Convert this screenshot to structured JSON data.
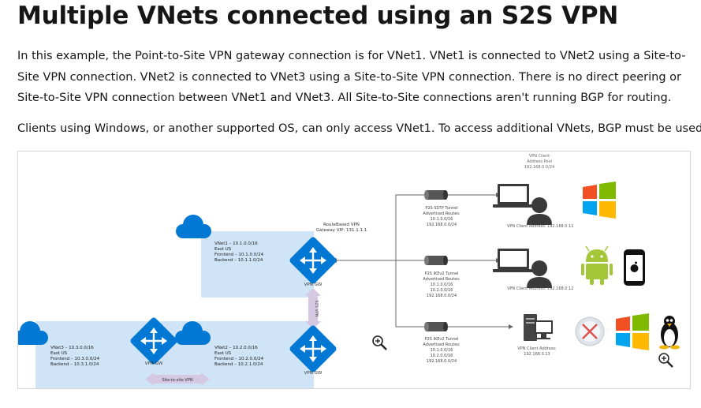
{
  "title": "Multiple VNets connected using an S2S VPN",
  "paragraph_1": "In this example, the Point-to-Site VPN gateway connection is for VNet1. VNet1 is connected to VNet2 using a Site-to-Site VPN connection. VNet2 is connected to VNet3 using a Site-to-Site VPN connection. There is no direct peering or Site-to-Site VPN connection between VNet1 and VNet3. All Site-to-Site connections aren't running BGP for routing.",
  "paragraph_2": "Clients using Windows, or another supported OS, can only access VNet1. To access additional VNets, BGP must be used.",
  "diagram": {
    "pool": {
      "l1": "VPN Client",
      "l2": "Address Pool",
      "l3": "192.168.0.0/24"
    },
    "gateway": {
      "l1": "RouteBased VPN",
      "l2": "Gateway VIP: 131.1.1.1"
    },
    "vnet1": {
      "l1": "VNet1 – 10.1.0.0/16",
      "l2": "East US",
      "l3": "Frontend – 10.1.0.0/24",
      "l4": "Backend – 10.1.1.0/24"
    },
    "vnet2": {
      "l1": "VNet2 – 10.2.0.0/16",
      "l2": "East US",
      "l3": "Frontend – 10.2.0.0/24",
      "l4": "Backend – 10.2.1.0/24"
    },
    "vnet3": {
      "l1": "VNet3 – 10.3.0.0/16",
      "l2": "East US",
      "l3": "Frontend – 10.3.0.0/24",
      "l4": "Backend – 10.3.1.0/24"
    },
    "vpngw_label": "VPN GW",
    "s2s_label": "Site-to-site VPN",
    "tunnel1": {
      "l1": "P2S SSTP Tunnel",
      "l2": "Advertised Routes:",
      "l3": "10.1.0.0/16",
      "l4": "192.168.0.0/24"
    },
    "tunnel2": {
      "l1": "P2S IKEv2 Tunnel",
      "l2": "Advertised Routes:",
      "l3": "10.1.0.0/16",
      "l4": "10.2.0.0/16",
      "l5": "192.168.0.0/24"
    },
    "tunnel3": {
      "l1": "P2S IKEv2 Tunnel",
      "l2": "Advertised Routes:",
      "l3": "10.1.0.0/16",
      "l4": "10.2.0.0/16",
      "l5": "192.168.0.0/24"
    },
    "client1": "VPN Client Address: 192.168.0.11",
    "client2": "VPN Client Address: 192.168.0.12",
    "client3": {
      "l1": "VPN Client Address:",
      "l2": "192.168.0.13"
    }
  },
  "colors": {
    "azure_blue": "#0078d4",
    "vnet_fill": "#cfe4f7",
    "connector_fill": "#d4c8e3",
    "windows_red": "#f25022",
    "windows_green": "#7fba00",
    "windows_blue": "#00a4ef",
    "windows_yellow": "#ffb900",
    "android_green": "#a4c639"
  }
}
